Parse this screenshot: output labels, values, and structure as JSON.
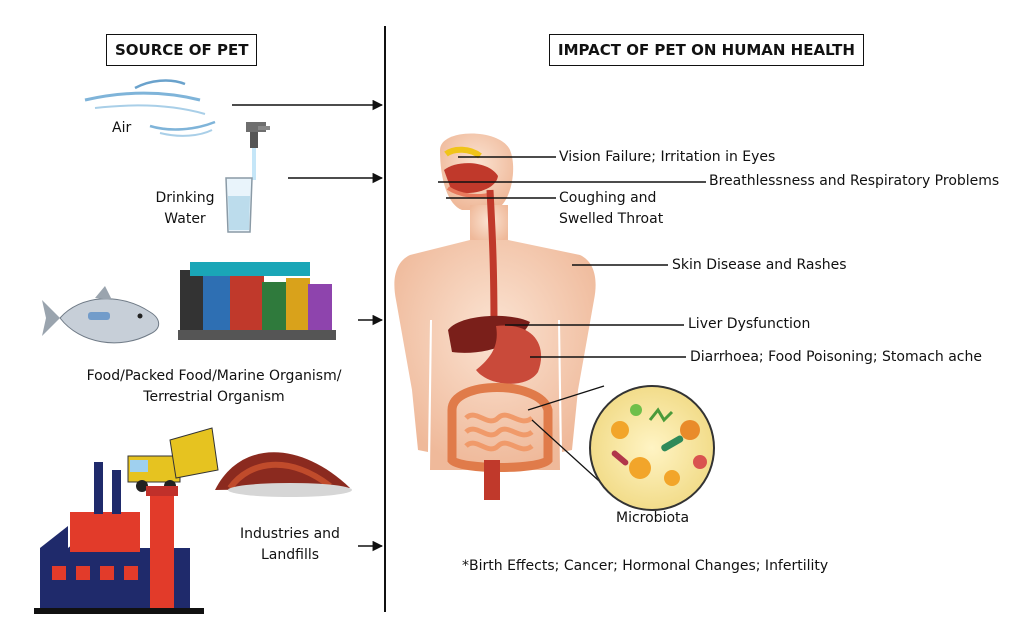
{
  "left": {
    "title": "SOURCE OF PET",
    "sources": {
      "air": "Air",
      "water_line1": "Drinking",
      "water_line2": "Water",
      "food_line1": "Food/Packed Food/Marine Organism/",
      "food_line2": "Terrestrial Organism",
      "industry_line1": "Industries and",
      "industry_line2": "Landfills"
    }
  },
  "right": {
    "title": "IMPACT OF PET ON HUMAN HEALTH",
    "impacts": {
      "vision": "Vision Failure; Irritation in Eyes",
      "breath": "Breathlessness and Respiratory Problems",
      "cough_line1": "Coughing and",
      "cough_line2": "Swelled Throat",
      "skin": "Skin Disease and Rashes",
      "liver": "Liver Dysfunction",
      "stomach": "Diarrhoea; Food Poisoning; Stomach ache",
      "microbiota": "Microbiota"
    },
    "footnote": "*Birth Effects; Cancer; Hormonal Changes; Infertility"
  },
  "colors": {
    "skin": "#f7d3bd",
    "organ_red": "#c0392b",
    "intestine": "#e8865a",
    "factory_red": "#e23b2a",
    "factory_blue": "#1f2a6b",
    "microbiota_bg": "#f5e6a8"
  }
}
